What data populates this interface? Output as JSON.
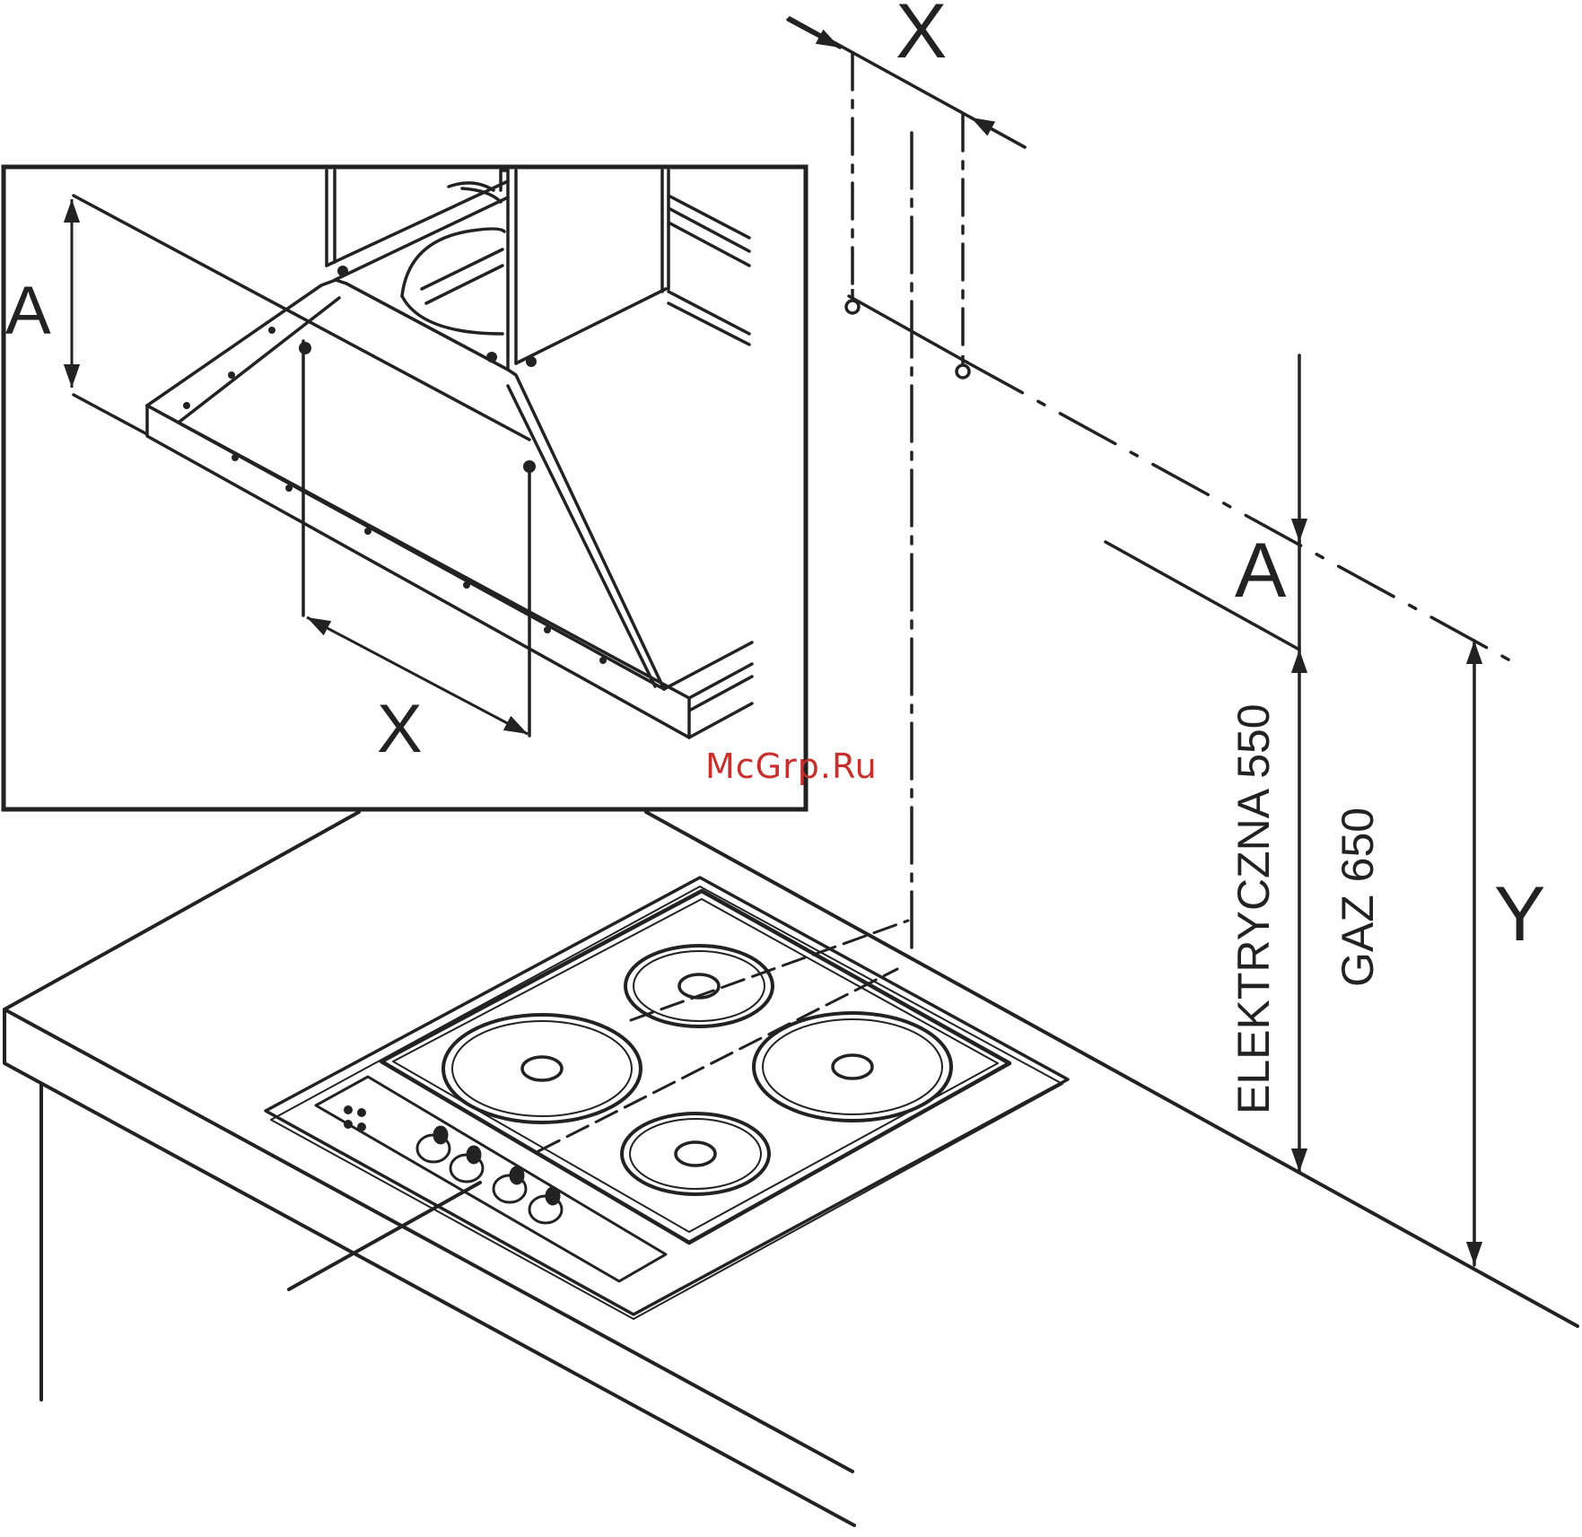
{
  "labels": {
    "inset_a": "A",
    "inset_x": "X",
    "top_x": "X",
    "right_a": "A",
    "right_y": "Y",
    "electric": "ELEKTRYCZNA 550",
    "gas": "GAZ 650"
  },
  "watermark": "McGrp.Ru",
  "colors": {
    "line": "#222222",
    "watermark": "#c8302e"
  }
}
